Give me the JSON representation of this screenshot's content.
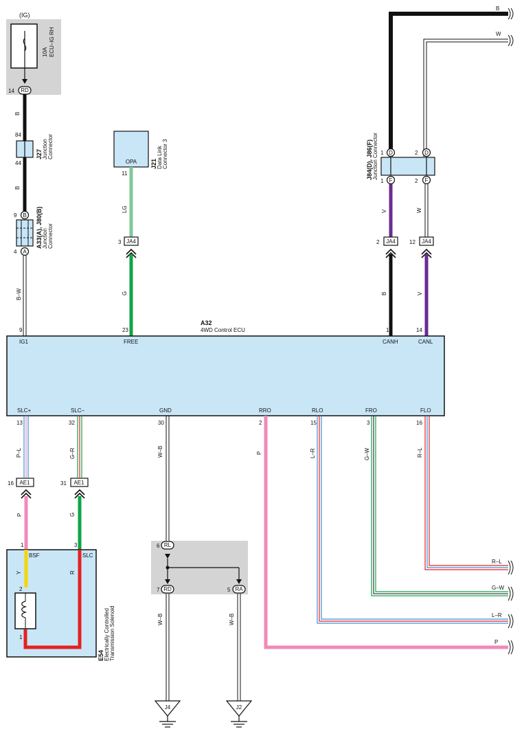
{
  "fuse": {
    "source": "(IG)",
    "amp": "10A",
    "name": "ECU–IG RH",
    "pin": "14",
    "tag": "RD"
  },
  "j27": {
    "id": "J27",
    "name": "Junction",
    "name2": "Connector",
    "pin_top": "84",
    "pin_bottom": "44"
  },
  "a33": {
    "id": "A33(A), J80(B)",
    "name": "Junction",
    "name2": "Connector",
    "pin_top": "9",
    "tag_top": "B",
    "pin_bottom": "4",
    "tag_bottom": "A"
  },
  "j21": {
    "id": "J21",
    "name": "Data Link",
    "name2": "Connector 3",
    "terminal": "OPA",
    "pin": "11"
  },
  "j84": {
    "id": "J84(D), J86(F)",
    "name": "Junction Connector",
    "pins_top": [
      "1",
      "2"
    ],
    "tag_top": "D",
    "pins_bottom": [
      "1",
      "2"
    ],
    "tag_bottom": "F"
  },
  "ecu": {
    "id": "A32",
    "name": "4WD Control ECU",
    "top_terminals": [
      {
        "name": "IG1",
        "pin": "9"
      },
      {
        "name": "FREE",
        "pin": "23"
      },
      {
        "name": "CANH",
        "pin": "1"
      },
      {
        "name": "CANL",
        "pin": "14"
      }
    ],
    "bottom_terminals": [
      {
        "name": "SLC+",
        "pin": "13"
      },
      {
        "name": "SLC–",
        "pin": "32"
      },
      {
        "name": "GND",
        "pin": "30"
      },
      {
        "name": "RRO",
        "pin": "2"
      },
      {
        "name": "RLO",
        "pin": "15"
      },
      {
        "name": "FRO",
        "pin": "3"
      },
      {
        "name": "FLO",
        "pin": "16"
      }
    ]
  },
  "ja4": {
    "tag": "JA4",
    "pins": [
      "3",
      "2",
      "12"
    ]
  },
  "ae1": {
    "tag": "AE1",
    "pins": [
      "16",
      "31"
    ]
  },
  "wire_colors": {
    "b1": "B",
    "b2": "B",
    "b_w": "B–W",
    "lg": "LG",
    "g": "G",
    "v1": "V",
    "w1": "W",
    "b3": "B",
    "v2": "V",
    "p_l": "P–L",
    "g_r": "G–R",
    "w_b": "W–B",
    "p": "P",
    "l_r": "L–R",
    "g_w": "G–W",
    "r_l": "R–L",
    "p2": "P",
    "g2": "G",
    "y": "Y",
    "r": "R",
    "w_b2": "W–B",
    "w_b3": "W–B",
    "top_b": "B",
    "top_w": "W"
  },
  "right_labels": {
    "r_l": "R–L",
    "g_w": "G–W",
    "l_r": "L–R",
    "p": "P"
  },
  "solenoid": {
    "id": "E54",
    "name": "Electrically Controlled",
    "name2": "Transmission Solenoid",
    "t1": "BSF",
    "t2": "SLC",
    "pin1": "1",
    "pin3": "3",
    "pin2": "2",
    "pin1b": "1"
  },
  "junction_box": {
    "pin_top": "6",
    "tag_top": "RL",
    "pin_l": "7",
    "tag_l": "RD",
    "pin_r": "5",
    "tag_r": "RA"
  },
  "grounds": [
    {
      "tag": "J4"
    },
    {
      "tag": "J2"
    }
  ],
  "colors": {
    "ecu_fill": "#c9e6f7",
    "fuse_bg": "#d4d4d4",
    "black": "#111111",
    "lg": "#7fc89a",
    "g": "#10a34a",
    "v": "#6a2c91",
    "p": "#f08ab8",
    "y": "#f4d600",
    "r": "#e52121",
    "l": "#3a8fd8"
  }
}
